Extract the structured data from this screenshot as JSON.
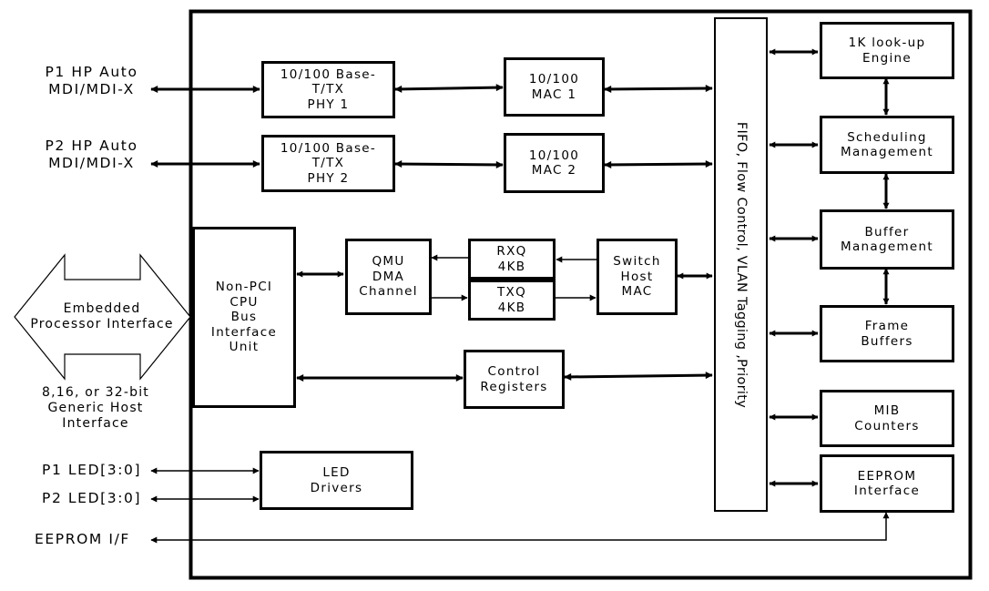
{
  "ports": {
    "p1": "P1 HP Auto\nMDI/MDI-X",
    "p2": "P2 HP Auto\nMDI/MDI-X",
    "embedded": "Embedded\nProcessor Interface",
    "host_bus": "8,16, or 32-bit\nGeneric Host\nInterface",
    "p1_led": "P1 LED[3:0]",
    "p2_led": "P2 LED[3:0]",
    "eeprom_if": "EEPROM I/F"
  },
  "blocks": {
    "phy1": "10/100 Base-\nT/TX\nPHY 1",
    "phy2": "10/100 Base-\nT/TX\nPHY 2",
    "mac1": "10/100\nMAC 1",
    "mac2": "10/100\nMAC 2",
    "nonpci": "Non-PCI\nCPU\nBus\nInterface\nUnit",
    "qmu": "QMU\nDMA\nChannel",
    "rxq": "RXQ\n4KB",
    "txq": "TXQ\n4KB",
    "switch_host": "Switch\nHost\nMAC",
    "control": "Control\nRegisters",
    "led": "LED\nDrivers",
    "fifo": "FIFO, Flow Control, VLAN Tagging ,Priority",
    "lookup": "1K look-up\nEngine",
    "scheduling": "Scheduling\nManagement",
    "buffer": "Buffer\nManagement",
    "frame": "Frame\nBuffers",
    "mib": "MIB\nCounters",
    "eeprom": "EEPROM\nInterface"
  }
}
